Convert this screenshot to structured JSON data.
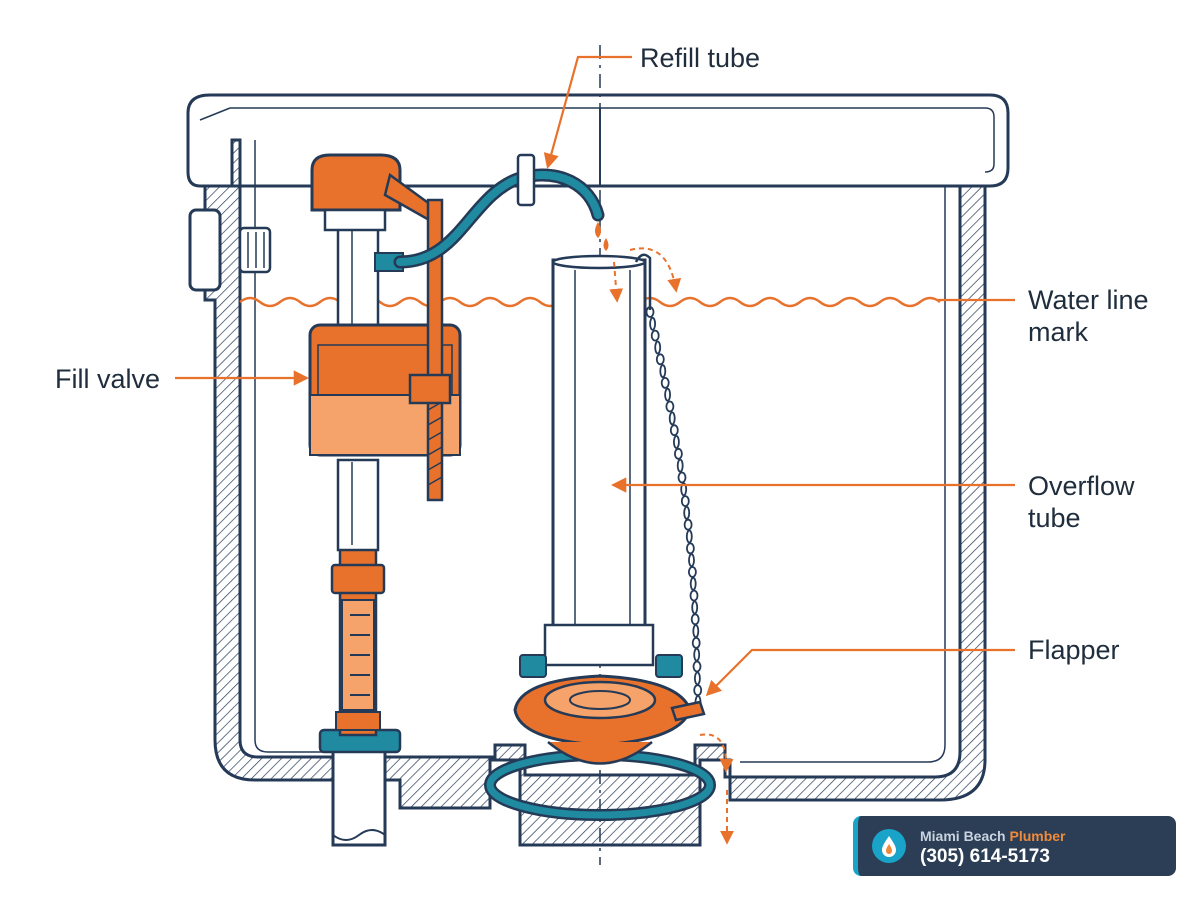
{
  "labels": {
    "refill_tube": "Refill tube",
    "water_line_mark_1": "Water line",
    "water_line_mark_2": "mark",
    "fill_valve": "Fill valve",
    "overflow_tube_1": "Overflow",
    "overflow_tube_2": "tube",
    "flapper": "Flapper"
  },
  "badge": {
    "name_part1": "Miami Beach",
    "name_part2": "Plumber",
    "phone": "(305) 614-5173",
    "icon": "water-drop-icon"
  },
  "colors": {
    "orange": "#e8722c",
    "teal": "#1f8aa0",
    "navy": "#243a57",
    "label_text": "#1f2d3d",
    "badge_bg": "#2c3e55"
  }
}
